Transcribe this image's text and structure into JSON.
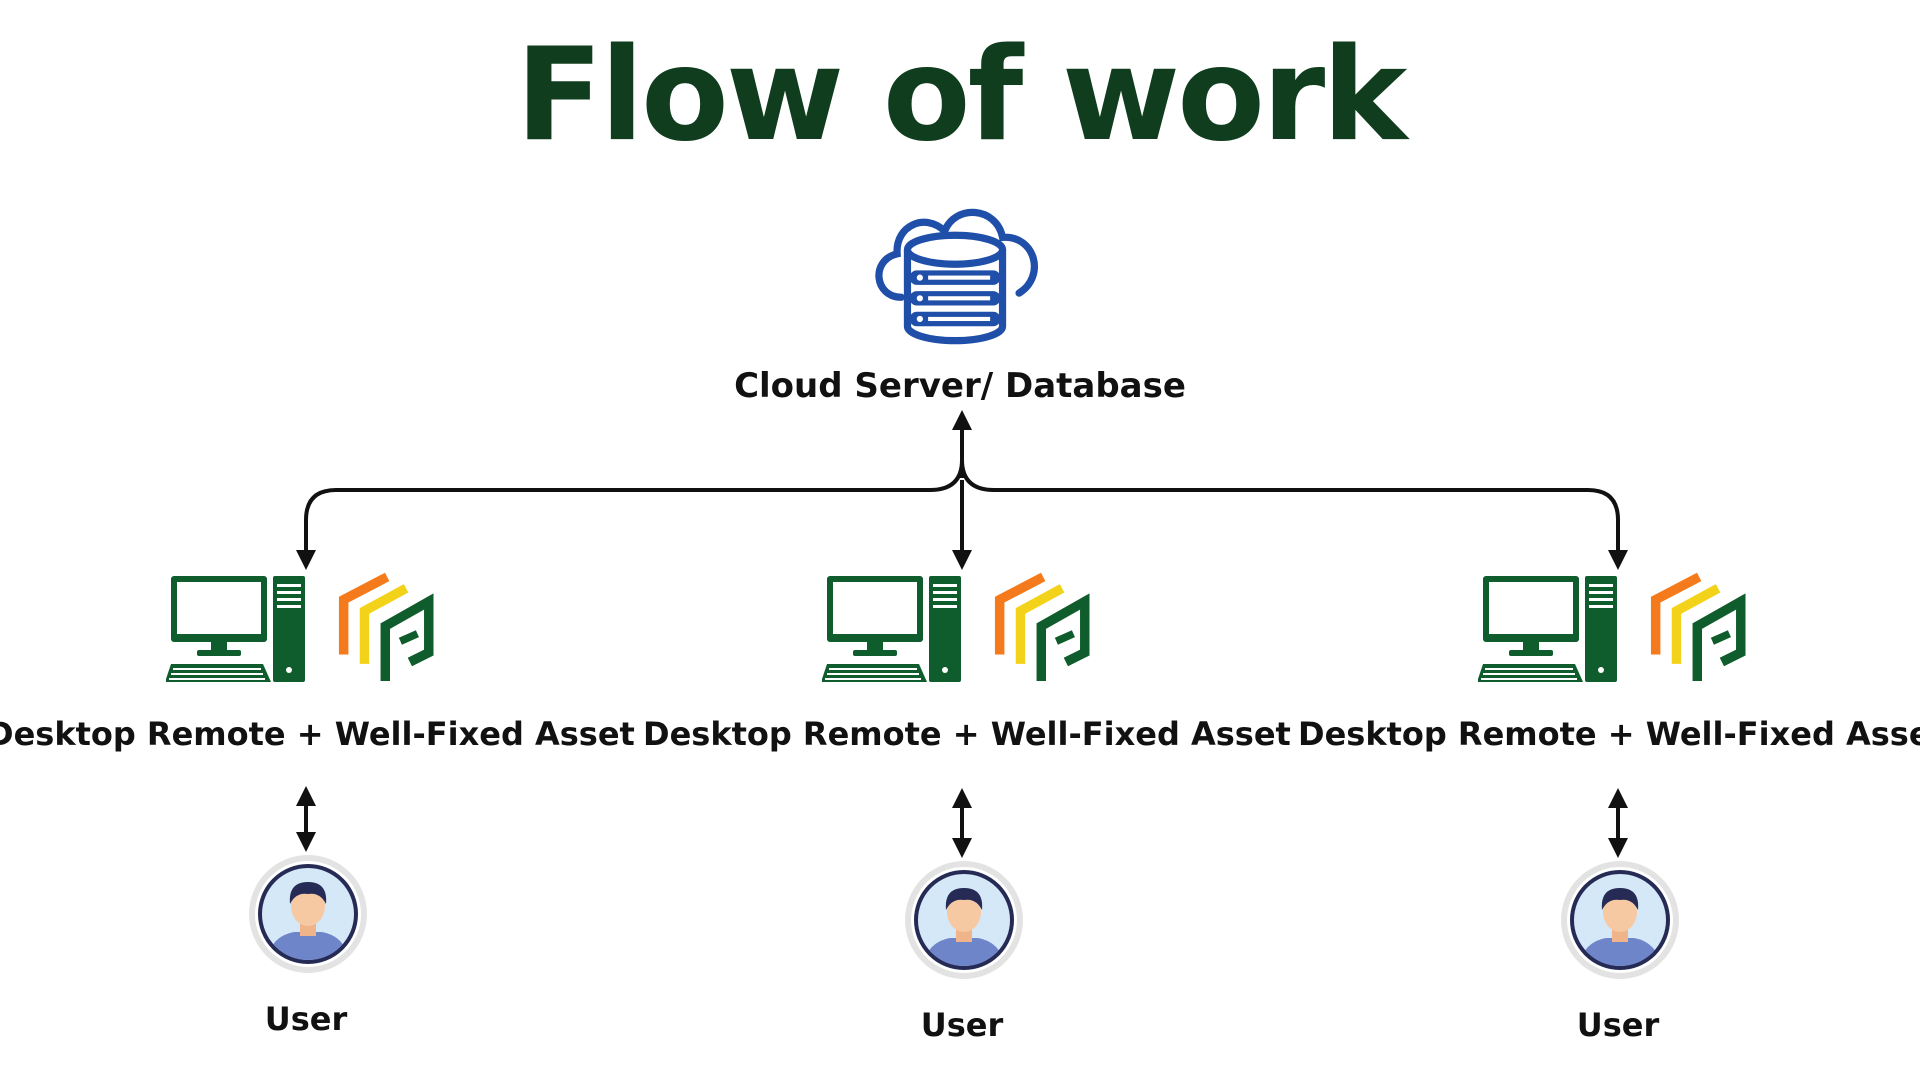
{
  "title": "Flow of work",
  "server": {
    "label": "Cloud Server/ Database",
    "icon": "cloud-database-icon"
  },
  "nodes": [
    {
      "label": "Desktop Remote + Well-Fixed Asset",
      "icons": [
        "desktop-computer-icon",
        "well-fixed-asset-logo"
      ]
    },
    {
      "label": "Desktop Remote + Well-Fixed Asset",
      "icons": [
        "desktop-computer-icon",
        "well-fixed-asset-logo"
      ]
    },
    {
      "label": "Desktop Remote + Well-Fixed Asset",
      "icons": [
        "desktop-computer-icon",
        "well-fixed-asset-logo"
      ]
    }
  ],
  "users": [
    {
      "label": "User",
      "icon": "user-avatar-icon"
    },
    {
      "label": "User",
      "icon": "user-avatar-icon"
    },
    {
      "label": "User",
      "icon": "user-avatar-icon"
    }
  ],
  "colors": {
    "title": "#0f3d1e",
    "computer": "#0f5c2c",
    "cloud": "#1f4fa8",
    "logo_orange": "#f47a1b",
    "logo_yellow": "#f3d21a",
    "logo_green": "#0f5c2c",
    "avatar_bg": "#d5e8f7",
    "avatar_shirt": "#6e86c9",
    "avatar_hair": "#262b55",
    "connector": "#111111"
  }
}
